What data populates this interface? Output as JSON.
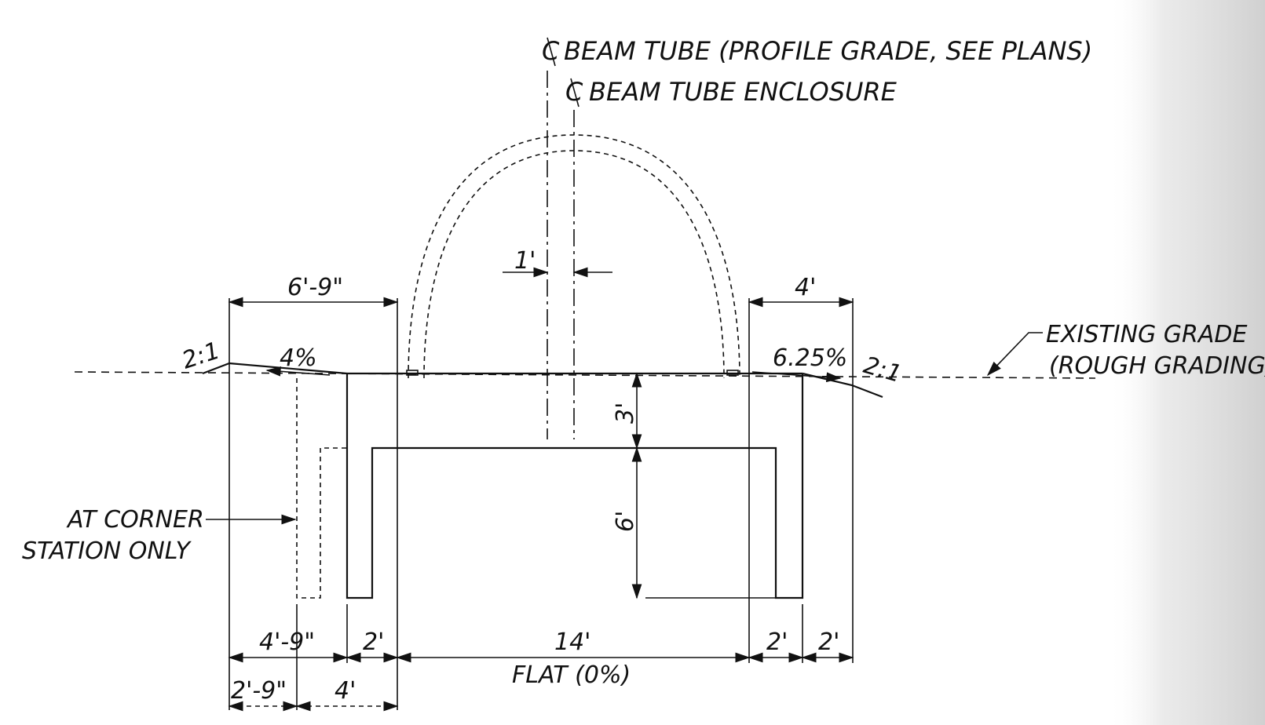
{
  "labels": {
    "beam_tube_cl": "BEAM TUBE (PROFILE GRADE, SEE PLANS)",
    "beam_tube_enclosure_cl": "BEAM TUBE ENCLOSURE",
    "existing_grade_1": "EXISTING GRADE",
    "existing_grade_2": "(ROUGH GRADING)",
    "corner_note_1": "AT CORNER",
    "corner_note_2": "STATION ONLY"
  },
  "dimensions": {
    "offset_1ft": "1'",
    "left_top": "6'-9\"",
    "right_top": "4'",
    "slope_left": "2:1",
    "slope_right": "2:1",
    "grade_left": "4%",
    "grade_right": "6.25%",
    "height_3ft": "3'",
    "height_6ft": "6'",
    "bottom_left": "4'-9\"",
    "wall_left": "2'",
    "span": "14'",
    "wall_right": "2'",
    "bottom_right": "2'",
    "flat": "FLAT (0%)",
    "sub_left": "2'-9\"",
    "sub_right": "4'"
  },
  "colors": {
    "ink": "#111111",
    "paper": "#ffffff",
    "scan_edge": "#d9d9d9"
  }
}
